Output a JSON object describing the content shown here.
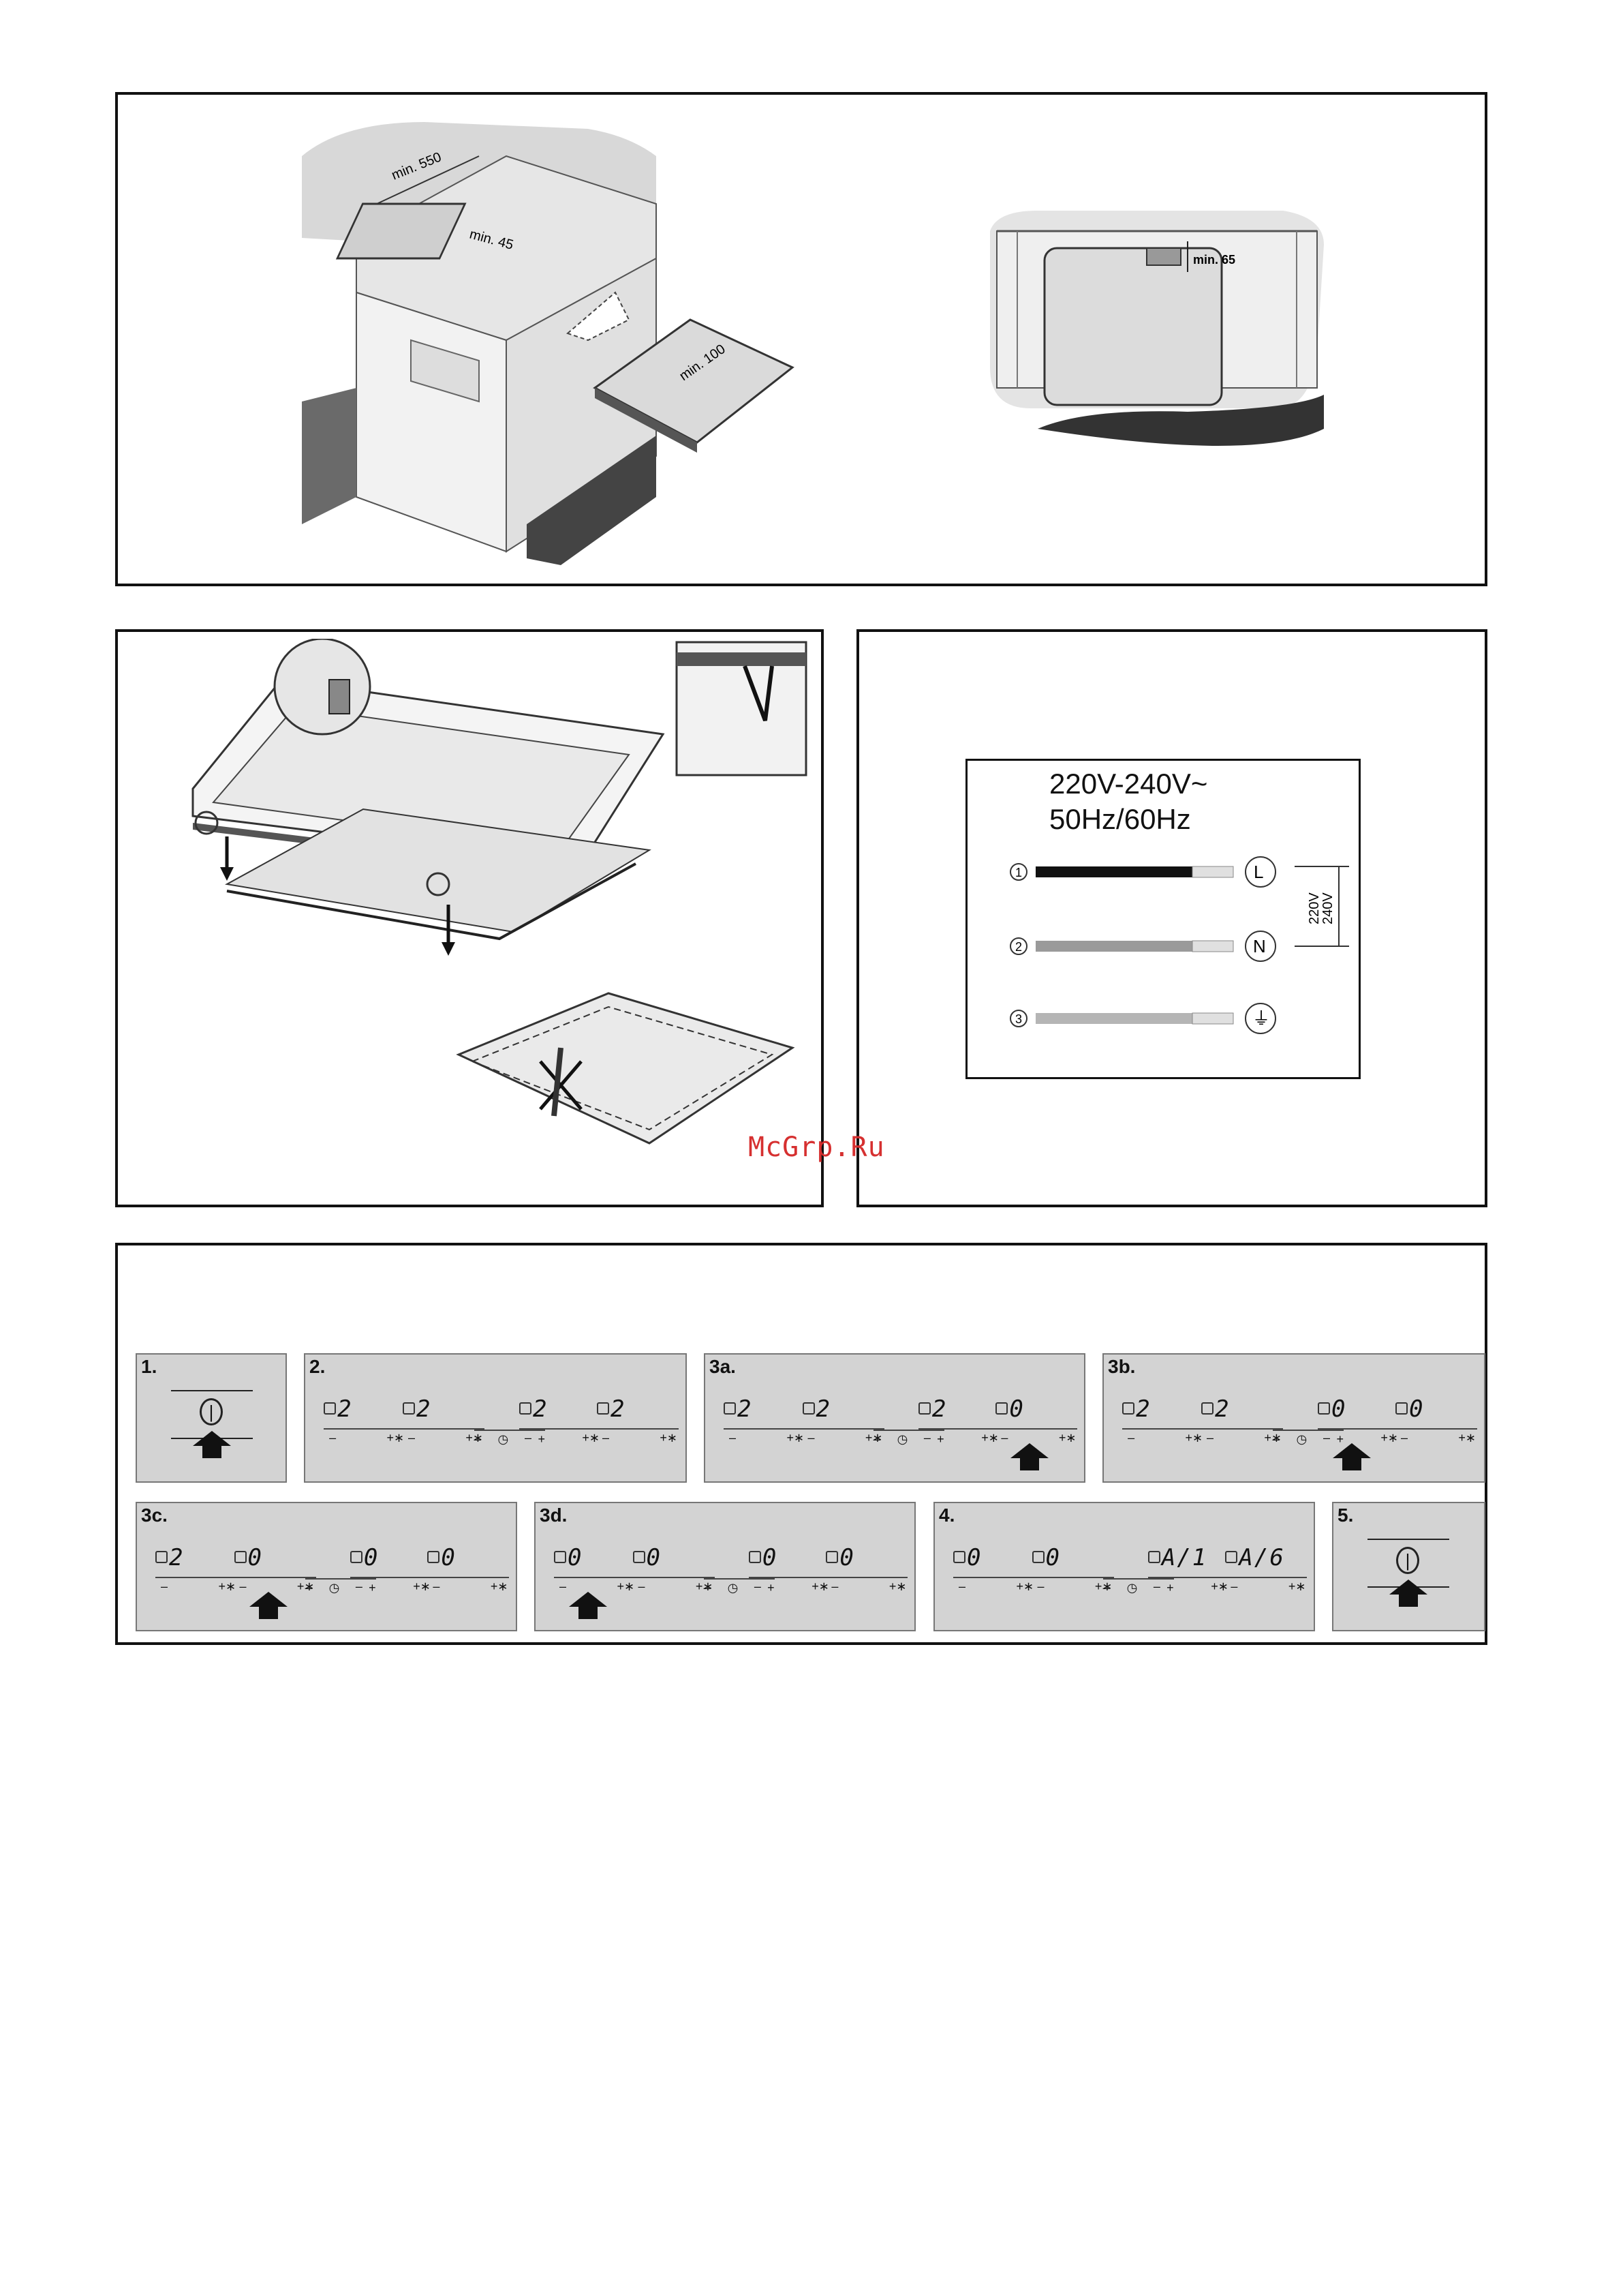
{
  "fig1": {
    "label_min550": "min. 550",
    "label_min45": "min. 45",
    "label_min100": "min. 100",
    "label_min65": "min. 65"
  },
  "wiring": {
    "voltage": "220V-240V~",
    "frequency": "50Hz/60Hz",
    "wires": [
      {
        "num": "1",
        "terminal": "L",
        "color": "#111111"
      },
      {
        "num": "2",
        "terminal": "N",
        "color": "#9a9a9a"
      },
      {
        "num": "3",
        "terminal": "⏚",
        "color": "#b5b5b5"
      }
    ],
    "span_label_1": "220V",
    "span_label_2": "240V"
  },
  "watermark": "McGrp.Ru",
  "steps": [
    {
      "label": "1.",
      "type": "power"
    },
    {
      "label": "2.",
      "digits": [
        "2",
        "2",
        "2",
        "2"
      ]
    },
    {
      "label": "3a.",
      "digits": [
        "2",
        "2",
        "2",
        "0"
      ]
    },
    {
      "label": "3b.",
      "digits": [
        "2",
        "2",
        "0",
        "0"
      ]
    },
    {
      "label": "3c.",
      "digits": [
        "2",
        "0",
        "0",
        "0"
      ]
    },
    {
      "label": "3d.",
      "digits": [
        "0",
        "0",
        "0",
        "0"
      ]
    },
    {
      "label": "4.",
      "digits": [
        "0",
        "0",
        "A/1",
        "A/6"
      ]
    },
    {
      "label": "5.",
      "type": "power"
    }
  ],
  "controls": {
    "minus": "–",
    "plus": "+∗",
    "timer_minus": "–",
    "timer_plus": "+",
    "timer_icon": "◷",
    "power_symbol": "⏼"
  }
}
